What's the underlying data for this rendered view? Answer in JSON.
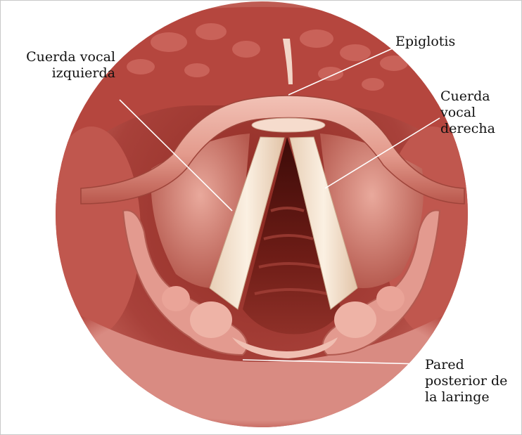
{
  "labels": {
    "left_vocal_cord": {
      "line1": "Cuerda vocal",
      "line2": "izquierda"
    },
    "epiglottis": {
      "line1": "Epiglotis"
    },
    "right_vocal_cord": {
      "line1": "Cuerda",
      "line2": "vocal",
      "line3": "derecha"
    },
    "posterior_wall": {
      "line1": "Pared",
      "line2": "posterior de",
      "line3": "la laringe"
    }
  },
  "colors": {
    "tissue_dark": "#7a1e1a",
    "tissue_mid": "#c4625a",
    "tissue_light": "#e9a79c",
    "cord_white": "#f3e2cf",
    "leader_line": "#ffffff"
  }
}
